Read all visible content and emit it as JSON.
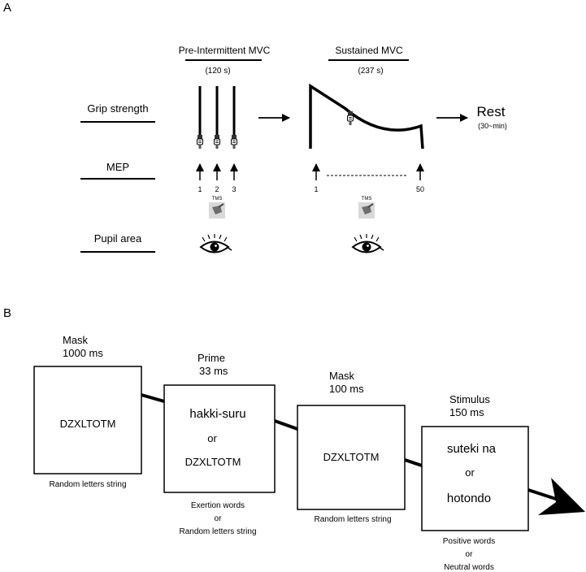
{
  "panel_a": {
    "label": "A",
    "pre_title": "Pre-Intermittent MVC",
    "pre_duration": "(120 s)",
    "sus_title": "Sustained MVC",
    "sus_duration": "(237 s)",
    "row_grip": "Grip strength",
    "row_mep": "MEP",
    "row_pupil": "Pupil area",
    "rest_label": "Rest",
    "rest_duration": "(30~min)",
    "mep_pre": [
      "1",
      "2",
      "3"
    ],
    "mep_sus_start": "1",
    "mep_sus_end": "50",
    "tms_label": "TMS"
  },
  "panel_b": {
    "label": "B",
    "frames": [
      {
        "header_name": "Mask",
        "header_time": "1000 ms",
        "lines": [
          "DZXLTOTM"
        ],
        "caption": [
          "Random letters string"
        ]
      },
      {
        "header_name": "Prime",
        "header_time": "33 ms",
        "lines": [
          "hakki-suru",
          "or",
          "DZXLTOTM"
        ],
        "caption": [
          "Exertion words",
          "or",
          "Random letters string"
        ]
      },
      {
        "header_name": "Mask",
        "header_time": "100 ms",
        "lines": [
          "DZXLTOTM"
        ],
        "caption": [
          "Random letters string"
        ]
      },
      {
        "header_name": "Stimulus",
        "header_time": "150 ms",
        "lines": [
          "suteki na",
          "or",
          "hotondo"
        ],
        "caption": [
          "Positive words",
          "or",
          "Neutral words"
        ]
      }
    ]
  }
}
